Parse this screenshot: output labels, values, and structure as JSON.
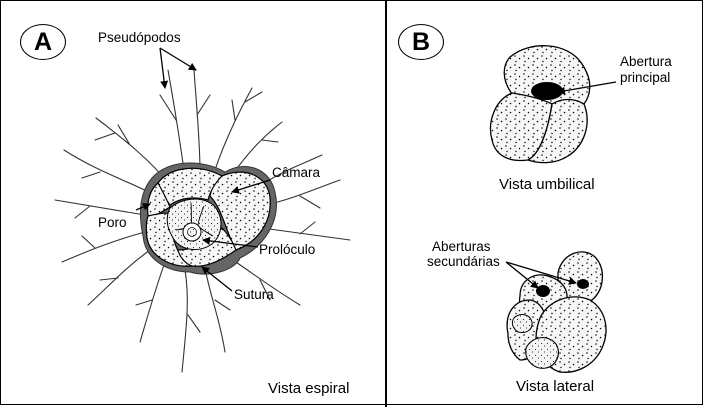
{
  "panels": {
    "a": {
      "badge": "A",
      "labels": {
        "pseudopodos": "Pseudópodos",
        "camara": "Câmara",
        "poro": "Poro",
        "proloculo": "Prolóculo",
        "sutura": "Sutura"
      },
      "view": "Vista espiral"
    },
    "b": {
      "badge": "B",
      "labels": {
        "abertura_principal_1": "Abertura",
        "abertura_principal_2": "principal",
        "aberturas_secundarias_1": "Aberturas",
        "aberturas_secundarias_2": "secundárias"
      },
      "view_umbilical": "Vista umbilical",
      "view_lateral": "Vista lateral"
    }
  },
  "colors": {
    "ink": "#000000",
    "shell_fill": "#f4f4f4",
    "wall": "#555555",
    "background": "#ffffff"
  }
}
